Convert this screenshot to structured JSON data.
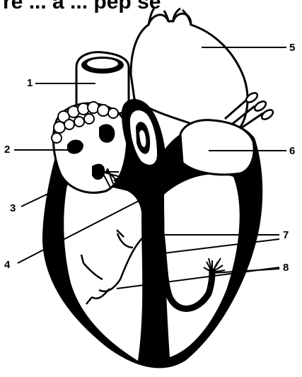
{
  "diagram": {
    "header_fragment": "re   ...  a   ...   pep se",
    "labels": [
      {
        "id": "1",
        "text": "1"
      },
      {
        "id": "2",
        "text": "2"
      },
      {
        "id": "3",
        "text": "3"
      },
      {
        "id": "4",
        "text": "4"
      },
      {
        "id": "5",
        "text": "5"
      },
      {
        "id": "6",
        "text": "6"
      },
      {
        "id": "7",
        "text": "7"
      },
      {
        "id": "8",
        "text": "8"
      }
    ],
    "colors": {
      "ink": "#000000",
      "paper": "#ffffff"
    }
  }
}
